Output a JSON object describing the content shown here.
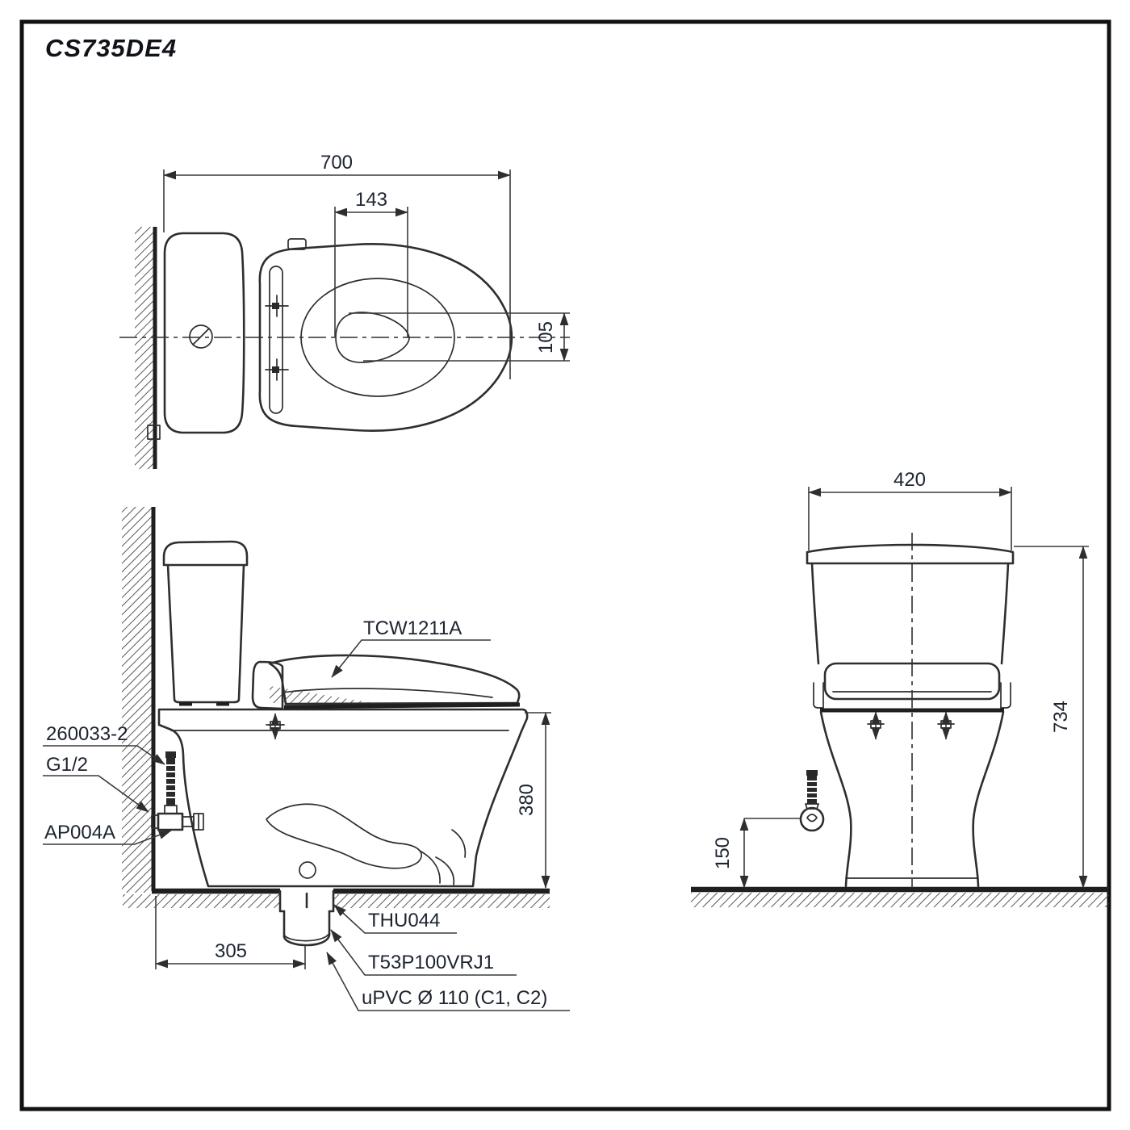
{
  "title": "CS735DE4",
  "top_view": {
    "dim_overall_depth": "700",
    "dim_seat_hole_width": "143",
    "dim_trap_offset": "105"
  },
  "side_view": {
    "dim_bowl_height": "380",
    "dim_rough_in": "305",
    "label_washlet": "TCW1211A",
    "label_supply_hose": "260033-2",
    "label_thread": "G1/2",
    "label_angle_valve": "AP004A",
    "label_flange": "THU044",
    "label_outlet_socket": "T53P100VRJ1",
    "label_drain_pipe": "uPVC Ø 110 (C1, C2)"
  },
  "front_view": {
    "dim_tank_width": "420",
    "dim_overall_height": "734",
    "dim_valve_height": "150"
  }
}
